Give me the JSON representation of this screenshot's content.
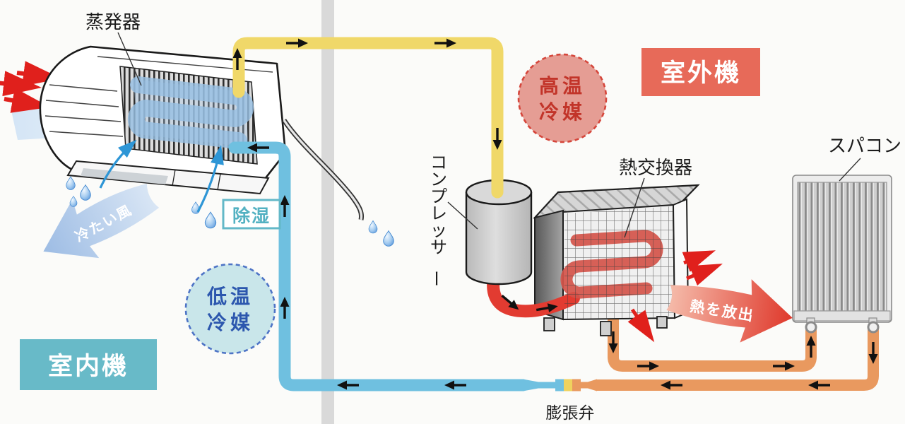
{
  "diagram": {
    "labels": {
      "evaporator": "蒸発器",
      "outdoor_unit": "室外機",
      "indoor_unit": "室内機",
      "hot_refrigerant": {
        "line1": "高温",
        "line2": "冷媒"
      },
      "cold_refrigerant": {
        "line1": "低温",
        "line2": "冷媒"
      },
      "compressor": "コンプレッサー",
      "heat_exchanger": "熱交換器",
      "supercomputer": "スパコン",
      "dehumidification": "除湿",
      "cold_wind": "冷たい風",
      "heat_release": "熱を放出",
      "expansion_valve": "膨張弁"
    },
    "colors": {
      "hot_gas_pipe": "#f0d869",
      "hot_liquid_pipe": "#e9995f",
      "cold_pipe": "#6fc0e0",
      "compressor_discharge_pipe": "#e23b31",
      "outdoor_banner": "#e76a59",
      "indoor_banner": "#68bac8",
      "hot_circle_fill": "#e59d94",
      "hot_circle_text": "#c23429",
      "cold_circle_fill": "#c9e6ea",
      "cold_circle_text": "#2c57ae",
      "wall": "#d9d9d9"
    }
  }
}
